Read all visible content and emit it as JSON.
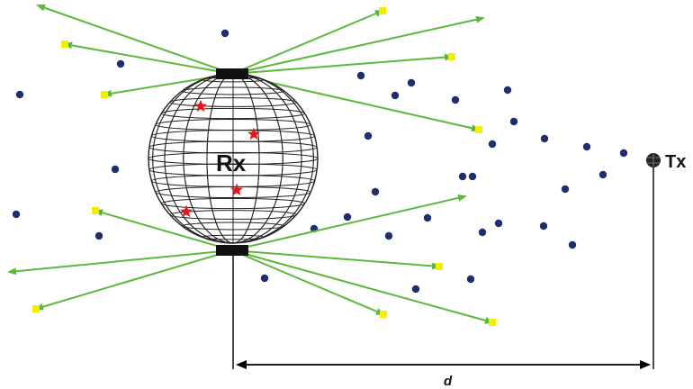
{
  "labels": {
    "receiver": "Rx",
    "transmitter": "Tx",
    "distance": "d"
  },
  "colors": {
    "particle": "#1f2f6b",
    "ray": "#5cb83a",
    "reflector": "#f2ee00",
    "star": "#e01818",
    "sphere_grid": "#222222",
    "cap": "#111111",
    "dimension_line": "#000000"
  },
  "icons": {
    "particle": "dot",
    "absorbed_marker": "star",
    "ray_endpoint": "square"
  }
}
